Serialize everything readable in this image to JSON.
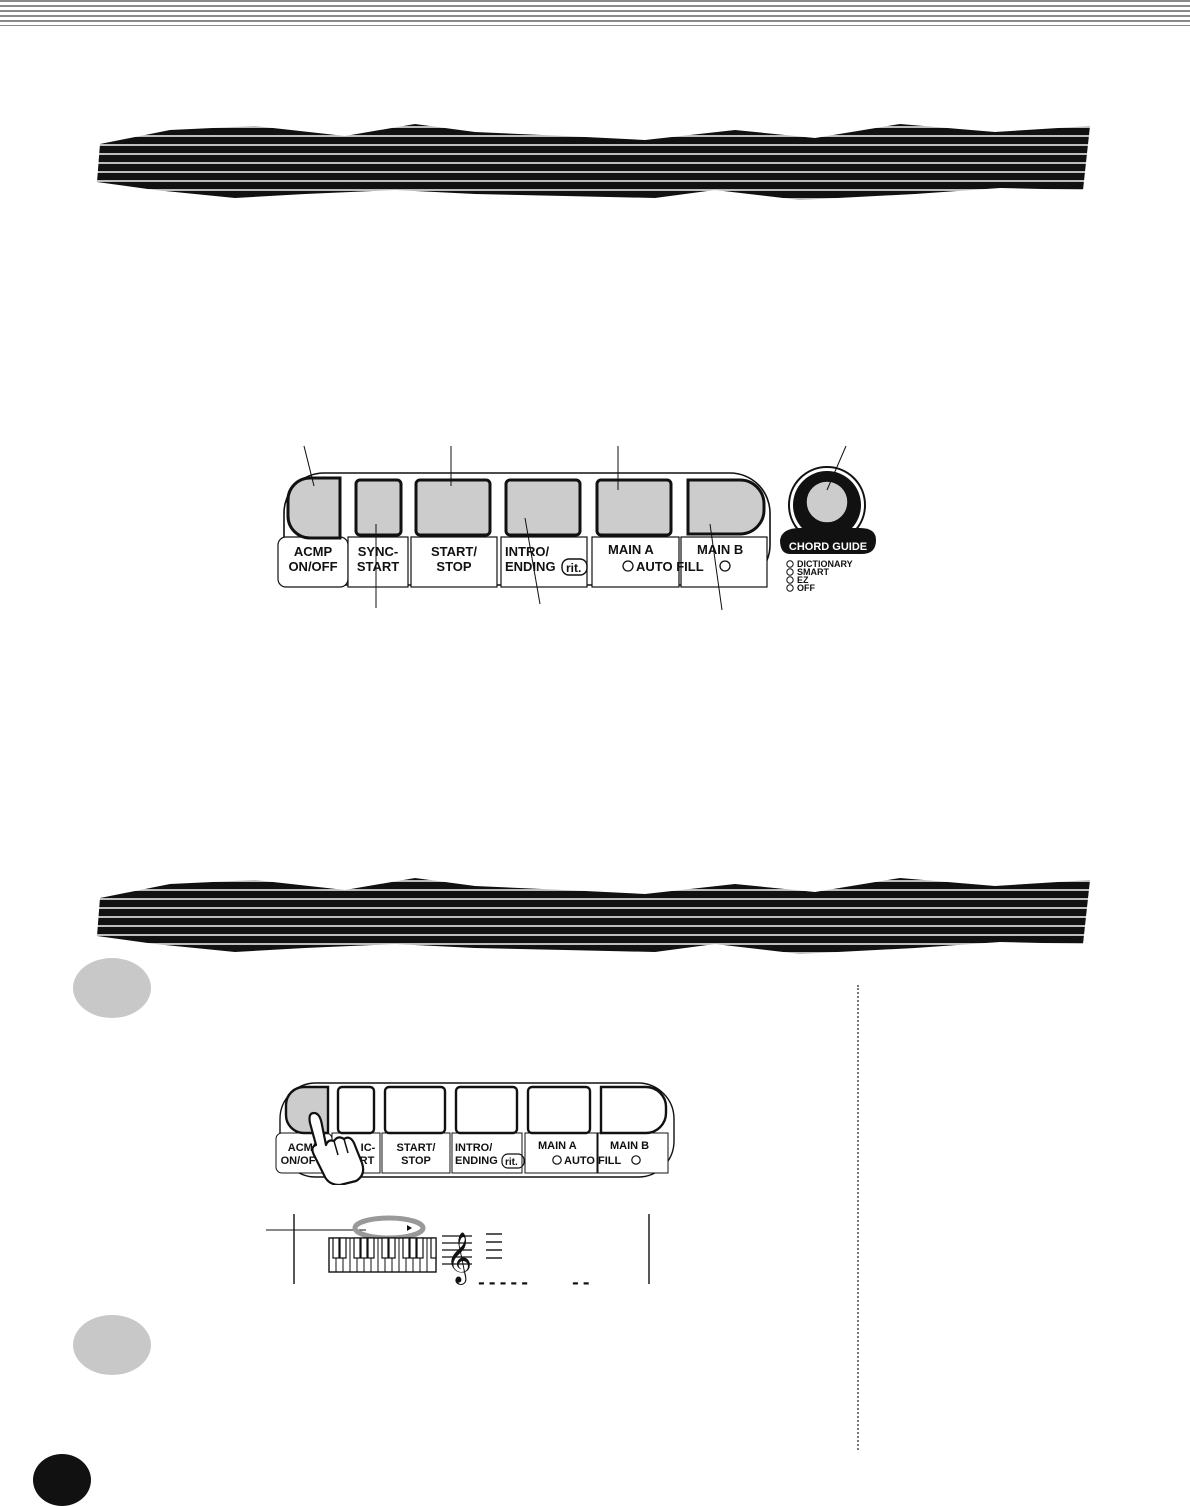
{
  "panel_top": {
    "buttons": {
      "acmp": {
        "line1": "ACMP",
        "line2": "ON/OFF"
      },
      "sync": {
        "line1": "SYNC-",
        "line2": "START"
      },
      "startstop": {
        "line1": "START/",
        "line2": "STOP"
      },
      "intro": {
        "line1": "INTRO/",
        "line2": "ENDING",
        "rit": "rit."
      },
      "main_a": "MAIN  A",
      "main_b": "MAIN  B",
      "auto_fill": "AUTO FILL"
    },
    "chord_guide": {
      "label": "CHORD GUIDE",
      "options": [
        "DICTIONARY",
        "SMART",
        "EZ",
        "OFF"
      ]
    }
  },
  "panel_bottom": {
    "buttons": {
      "acmp": {
        "line1": "ACMP",
        "line2": "ON/OF"
      },
      "sync": {
        "line1": "IC-",
        "line2": "RT"
      },
      "startstop": {
        "line1": "START/",
        "line2": "STOP"
      },
      "intro": {
        "line1": "INTRO/",
        "line2": "ENDING",
        "rit": "rit."
      },
      "main_a": "MAIN  A",
      "main_b": "MAIN  B",
      "auto_fill": "AUTO FILL"
    }
  },
  "lcd": {
    "dash_left": "-----",
    "dash_right": "--"
  },
  "icons": [
    "torn-banner",
    "hand-press-icon",
    "treble-clef-icon",
    "keyboard-icon"
  ],
  "colors": {
    "button_fill": "#cccccc",
    "step_circle": "#c8c8c8",
    "ink": "#111111"
  }
}
